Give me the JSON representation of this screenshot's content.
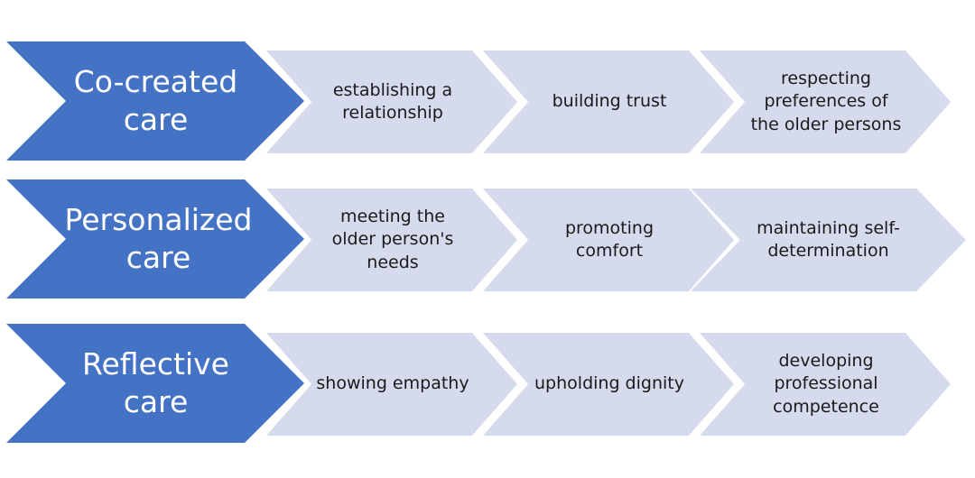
{
  "colors": {
    "main_chevron": "#4472c4",
    "main_text": "#ffffff",
    "sub_chevron": "#d5dbec",
    "sub_text": "#1a1a1a"
  },
  "rows": [
    {
      "main": "Co-created care",
      "steps": [
        "establishing a relationship",
        "building trust",
        "respecting preferences of the older persons"
      ]
    },
    {
      "main": "Personalized care",
      "steps": [
        "meeting the older person's needs",
        "promoting comfort",
        "maintaining self-determination"
      ]
    },
    {
      "main": "Reflective care",
      "steps": [
        "showing empathy",
        "upholding dignity",
        "developing professional competence"
      ]
    }
  ]
}
